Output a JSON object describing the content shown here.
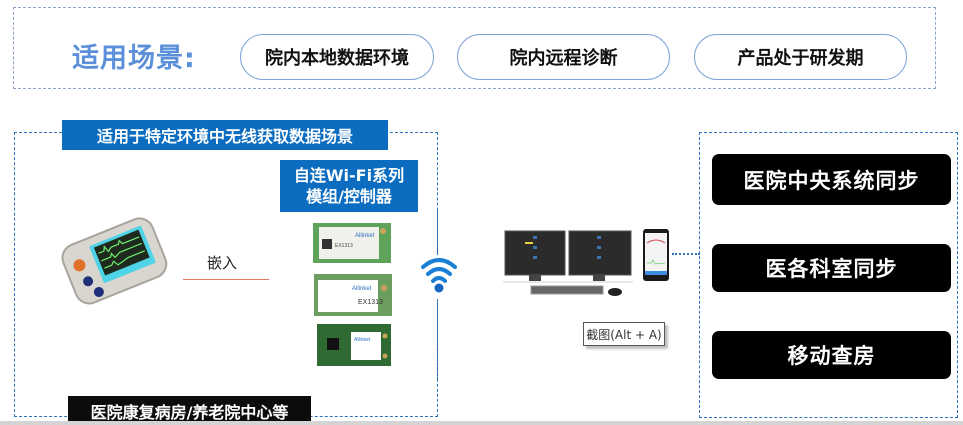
{
  "scenario": {
    "title": "适用场景:",
    "pills": [
      {
        "label": "院内本地数据环境"
      },
      {
        "label": "院内远程诊断"
      },
      {
        "label": "产品处于研发期"
      }
    ]
  },
  "left_panel": {
    "header": "适用于特定环境中无线获取数据场景",
    "wifi_label_line1": "自连Wi-Fi系列",
    "wifi_label_line2": "模组/控制器",
    "embed_label": "嵌入",
    "footer": "医院康复病房/养老院中心等",
    "images": {
      "device": "patient-monitor-device",
      "modules": [
        "wifi-module-1",
        "wifi-module-2",
        "wifi-module-3"
      ]
    }
  },
  "center": {
    "wifi_icon": "wifi-icon",
    "workstation": "dual-monitor-workstation",
    "phone": "mobile-phone",
    "tooltip": "截图(Alt + A)"
  },
  "right_panel": {
    "items": [
      {
        "label": "医院中央系统同步"
      },
      {
        "label": "医各科室同步"
      },
      {
        "label": "移动查房"
      }
    ]
  },
  "colors": {
    "accent_blue": "#0b6cc0",
    "title_blue": "#5b8fd9",
    "pill_border": "#7ea3da",
    "dash_blue": "#2f72c0",
    "black_label": "#000000",
    "embed_line": "#e07a5f"
  }
}
